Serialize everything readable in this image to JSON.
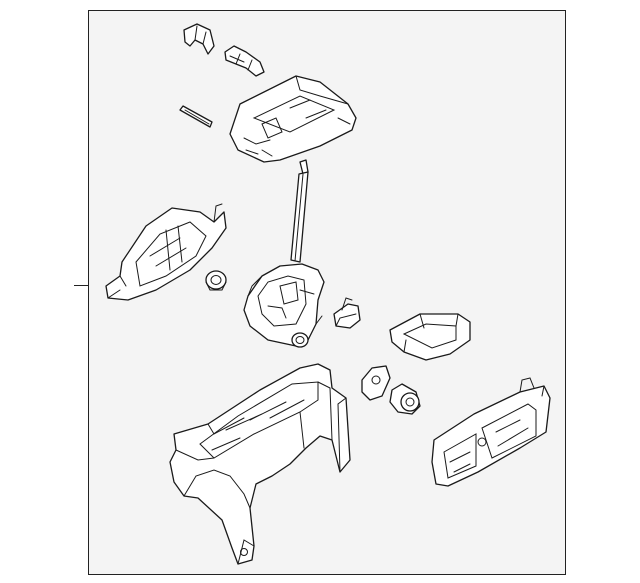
{
  "diagram": {
    "style": "exploded parts illustration, black line art",
    "colors": {
      "line": "#1a1a1a",
      "panel": "#f4f4f4",
      "part_fill": "#ffffff",
      "page": "#ffffff"
    },
    "callout_leader_count": 1,
    "parts": [
      "retaining-clip",
      "lock-clip",
      "pin",
      "upper-bezel",
      "shift-lever",
      "cable-bracket",
      "bushing",
      "shifter-mechanism",
      "small-bracket",
      "control-module",
      "solenoid-plate",
      "solenoid",
      "shifter-base",
      "side-cover"
    ]
  }
}
